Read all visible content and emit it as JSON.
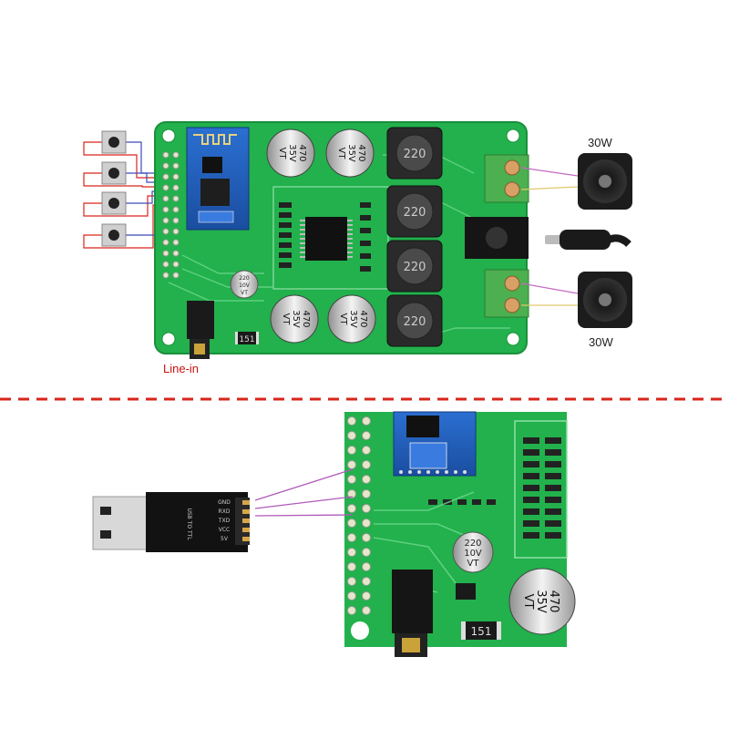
{
  "labels": {
    "speaker_power_top": "30W",
    "speaker_power_bottom": "30W",
    "line_in": "Line-in"
  },
  "inductor_marking": "220",
  "capacitor_large": {
    "value": "470",
    "voltage": "35V",
    "series": "VT"
  },
  "capacitor_small": {
    "value": "220",
    "voltage": "10V",
    "series": "VT"
  },
  "resistor_marking": "151",
  "usb_module_pins": [
    "GND",
    "RXD",
    "TXD",
    "VCC",
    "5V"
  ],
  "usb_module_text": "USB TO TTL",
  "colors": {
    "pcb_green": "#22b14c",
    "terminal_green": "#4caf50",
    "divider_red": "#d9251c",
    "serial_wire": "#b05ab8",
    "button_wire_red": "#d9251c",
    "button_wire_blue": "#3d4bb8",
    "bt_module_blue": "#1f57b8"
  }
}
